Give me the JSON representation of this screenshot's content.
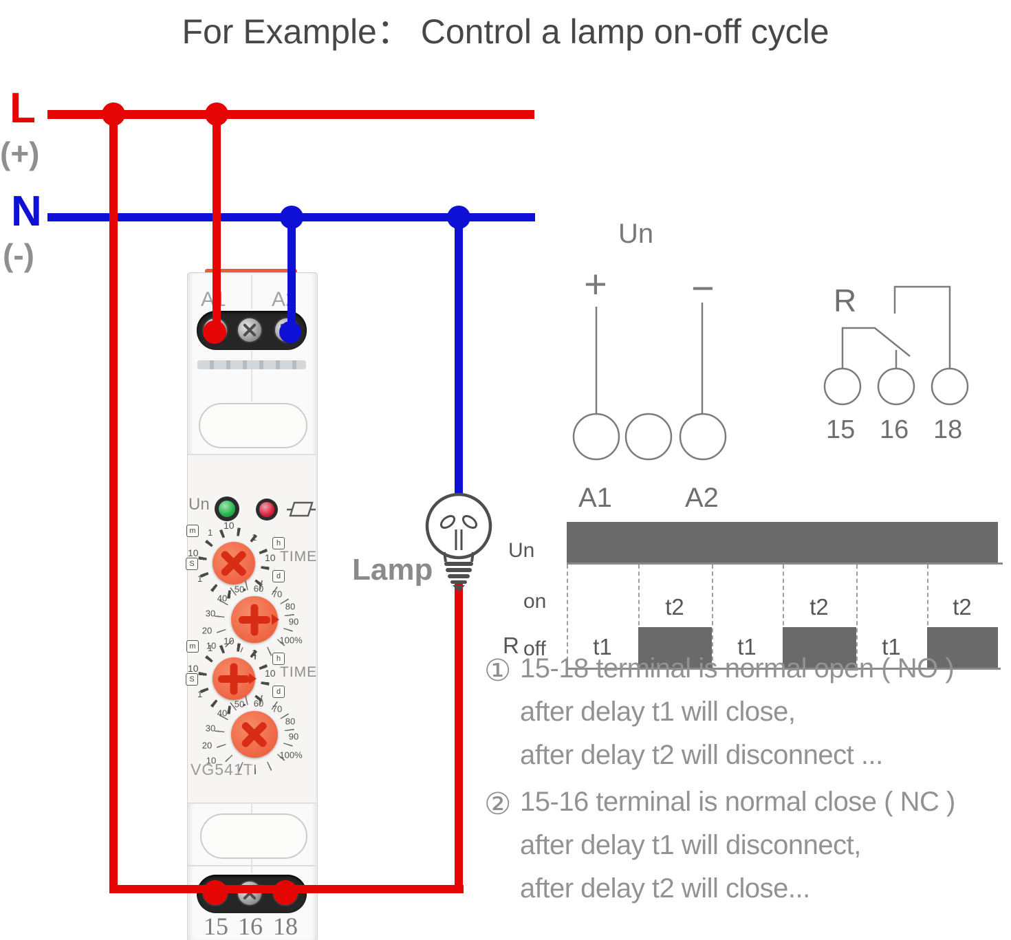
{
  "title": "For Example：  Control a lamp on-off cycle",
  "power": {
    "l": "L",
    "l_sub": "(+)",
    "n": "N",
    "n_sub": "(-)"
  },
  "device": {
    "model": "VG541T",
    "top_terminals": [
      "A1",
      "A2"
    ],
    "bottom_terminals": [
      "15",
      "16",
      "18"
    ],
    "un_label": "Un",
    "time_label": "TIME",
    "units": {
      "m": "m",
      "h": "h",
      "s": "S",
      "d": "d"
    },
    "time_ticks": {
      "ten_top": "10",
      "one_tl": "1",
      "one_tr": "1",
      "ten_left": "10",
      "ten_right": "10",
      "one_bl": "1"
    },
    "pct_ticks": [
      "10",
      "20",
      "30",
      "40",
      "50",
      "60",
      "70",
      "80",
      "90",
      "100%"
    ]
  },
  "lamp_label": "Lamp",
  "schematic": {
    "un_title": "Un",
    "plus": "+",
    "minus": "−",
    "a1": "A1",
    "a2": "A2",
    "r": "R",
    "t15": "15",
    "t16": "16",
    "t18": "18"
  },
  "timing": {
    "un": "Un",
    "on": "on",
    "r": "R",
    "off": "off",
    "segments": [
      "t1",
      "t2",
      "t1",
      "t2",
      "t1",
      "t2"
    ]
  },
  "notes": [
    {
      "num": "①",
      "lines": [
        "15-18 terminal is normal open ( NO )",
        "after delay t1 will close,",
        "after delay t2 will disconnect ..."
      ]
    },
    {
      "num": "②",
      "lines": [
        "15-16 terminal is normal close ( NC )",
        "after delay t1 will disconnect,",
        "after delay t2 will close..."
      ]
    }
  ],
  "colors": {
    "wire_red": "#e60505",
    "wire_blue": "#0f10d6",
    "knob_orange": "#ef6443",
    "bar_gray": "#6a6a6a"
  }
}
